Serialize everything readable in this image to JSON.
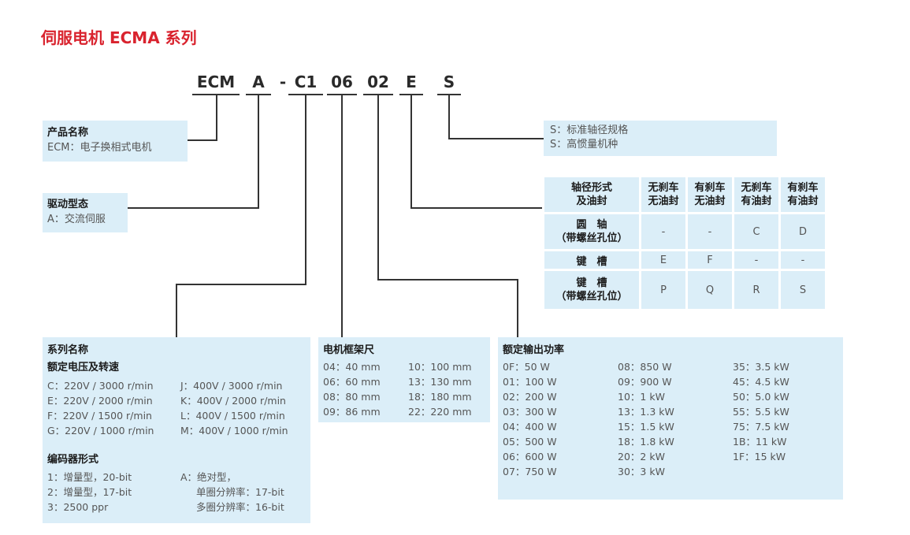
{
  "title": "伺服电机 ECMA 系列",
  "code_parts": [
    "ECM",
    "A",
    "-",
    "C1",
    "06",
    "02",
    "E",
    "S"
  ],
  "product": {
    "heading": "产品名称",
    "lines": [
      "ECM：电子换相式电机"
    ]
  },
  "drive": {
    "heading": "驱动型态",
    "lines": [
      "A：交流伺服"
    ]
  },
  "shaft_std": {
    "lines": [
      "S：标准轴径规格",
      "S：高惯量机种"
    ]
  },
  "shaft_table": {
    "header": [
      "轴径形式\n及油封",
      "无刹车\n无油封",
      "有刹车\n无油封",
      "无刹车\n有油封",
      "有刹车\n有油封"
    ],
    "rows": [
      [
        "圆　轴\n（带螺丝孔位）",
        "-",
        "-",
        "C",
        "D"
      ],
      [
        "键　槽",
        "E",
        "F",
        "-",
        "-"
      ],
      [
        "键　槽\n（带螺丝孔位）",
        "P",
        "Q",
        "R",
        "S"
      ]
    ]
  },
  "series": {
    "heading1": "系列名称",
    "heading2": "额定电压及转速",
    "col1": [
      "C：220V / 3000 r/min",
      "E：220V / 2000 r/min",
      "F：220V / 1500 r/min",
      "G：220V / 1000 r/min"
    ],
    "col2": [
      "J：400V / 3000 r/min",
      "K：400V / 2000 r/min",
      "L：400V / 1500 r/min",
      "M：400V / 1000 r/min"
    ],
    "heading3": "编码器形式",
    "enc1": [
      "1：增量型，20-bit",
      "2：增量型，17-bit",
      "3：2500 ppr"
    ],
    "enc2": [
      "A：绝对型，",
      "单圈分辨率：17-bit",
      "多圈分辨率：16-bit"
    ]
  },
  "frame": {
    "heading": "电机框架尺",
    "col1": [
      "04：40 mm",
      "06：60 mm",
      "08：80 mm",
      "09：86 mm"
    ],
    "col2": [
      "10：100 mm",
      "13：130 mm",
      "18：180 mm",
      "22：220 mm"
    ]
  },
  "power": {
    "heading": "额定输出功率",
    "col1": [
      "0F：50 W",
      "01：100 W",
      "02：200 W",
      "03：300 W",
      "04：400 W",
      "05：500 W",
      "06：600 W",
      "07：750 W"
    ],
    "col2": [
      "08：850 W",
      "09：900 W",
      "10：1 kW",
      "13：1.3 kW",
      "15：1.5 kW",
      "18：1.8 kW",
      "20：2 kW",
      "30：3 kW"
    ],
    "col3": [
      "35：3.5 kW",
      "45：4.5 kW",
      "50：5.0 kW",
      "55：5.5 kW",
      "75：7.5 kW",
      "1B：11 kW",
      "1F：15 kW"
    ]
  },
  "colors": {
    "title": "#d9232e",
    "box": "#dbeef8",
    "line": "#333333"
  }
}
